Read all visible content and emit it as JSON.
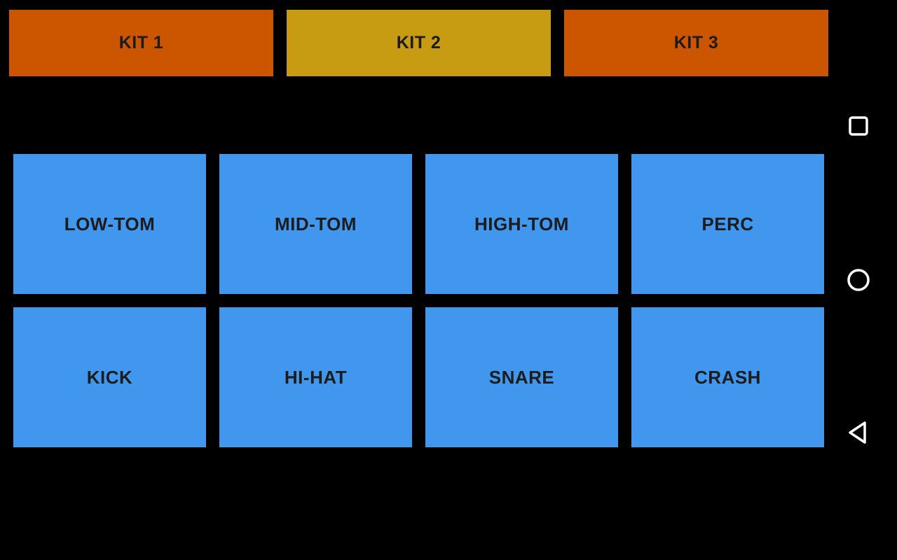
{
  "kit_bar": {
    "kits": [
      {
        "label": "KIT 1",
        "color": "#cc5500",
        "selected": false
      },
      {
        "label": "KIT 2",
        "color": "#c79c13",
        "selected": true
      },
      {
        "label": "KIT 3",
        "color": "#cc5500",
        "selected": false
      }
    ]
  },
  "pad_grid": {
    "pads": [
      {
        "label": "LOW-TOM"
      },
      {
        "label": "MID-TOM"
      },
      {
        "label": "HIGH-TOM"
      },
      {
        "label": "PERC"
      },
      {
        "label": "KICK"
      },
      {
        "label": "HI-HAT"
      },
      {
        "label": "SNARE"
      },
      {
        "label": "CRASH"
      }
    ]
  },
  "colors": {
    "background": "#000000",
    "pad": "#4196ee",
    "kit_orange": "#cc5500",
    "kit_gold": "#c79c13",
    "label_text": "#1c1c1c",
    "nav_icon": "#ffffff"
  },
  "nav_bar": {
    "icons": [
      {
        "name": "recents-square"
      },
      {
        "name": "home-circle"
      },
      {
        "name": "back-triangle"
      }
    ]
  }
}
